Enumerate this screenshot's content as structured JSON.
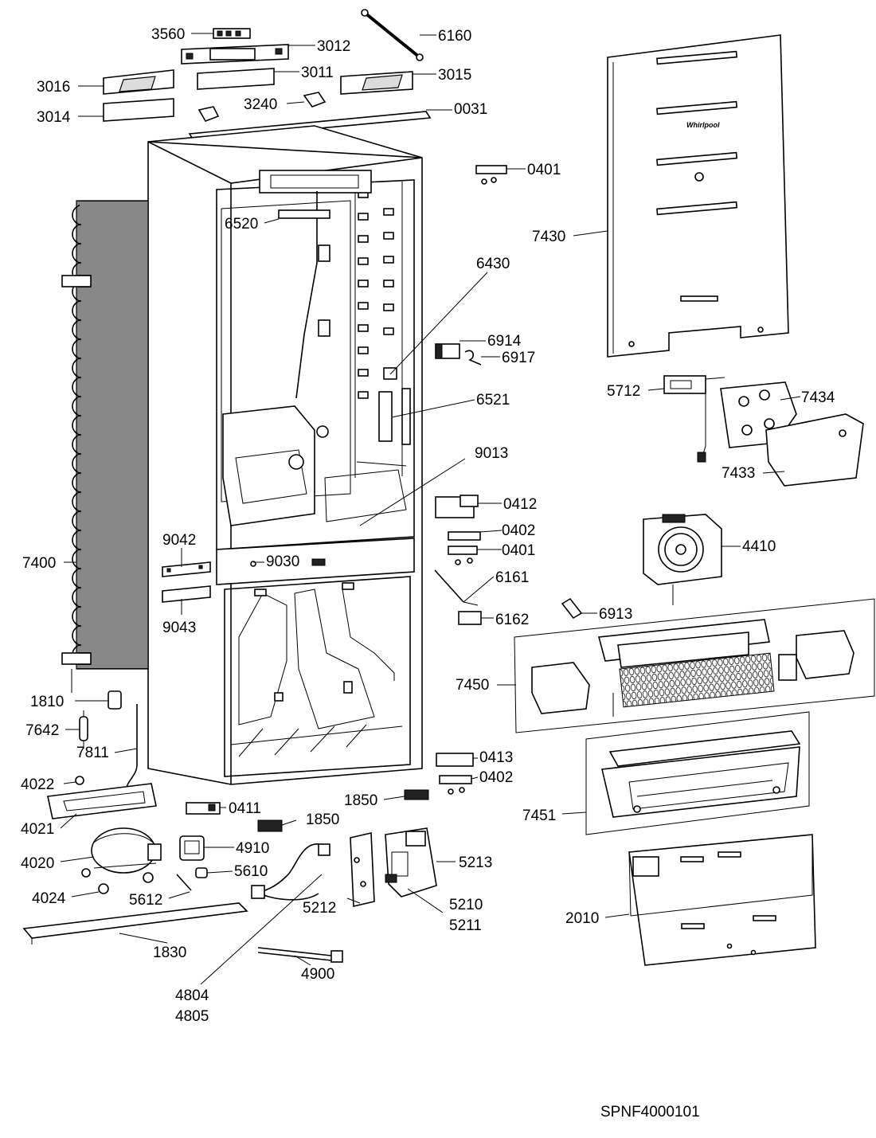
{
  "diagram": {
    "drawing_code": "SPNF4000101",
    "brand_mark": "Whirlpool",
    "labels": [
      {
        "id": "3560",
        "text": "3560"
      },
      {
        "id": "3012",
        "text": "3012"
      },
      {
        "id": "6160",
        "text": "6160"
      },
      {
        "id": "3016",
        "text": "3016"
      },
      {
        "id": "3011",
        "text": "3011"
      },
      {
        "id": "3015",
        "text": "3015"
      },
      {
        "id": "3014",
        "text": "3014"
      },
      {
        "id": "3240",
        "text": "3240"
      },
      {
        "id": "0031",
        "text": "0031"
      },
      {
        "id": "0401a",
        "text": "0401"
      },
      {
        "id": "7430",
        "text": "7430"
      },
      {
        "id": "6520",
        "text": "6520"
      },
      {
        "id": "6430",
        "text": "6430"
      },
      {
        "id": "6914",
        "text": "6914"
      },
      {
        "id": "6917",
        "text": "6917"
      },
      {
        "id": "5712",
        "text": "5712"
      },
      {
        "id": "7434",
        "text": "7434"
      },
      {
        "id": "6521",
        "text": "6521"
      },
      {
        "id": "7433",
        "text": "7433"
      },
      {
        "id": "9013",
        "text": "9013"
      },
      {
        "id": "0412",
        "text": "0412"
      },
      {
        "id": "0402a",
        "text": "0402"
      },
      {
        "id": "0401b",
        "text": "0401"
      },
      {
        "id": "4410",
        "text": "4410"
      },
      {
        "id": "9042",
        "text": "9042"
      },
      {
        "id": "7400",
        "text": "7400"
      },
      {
        "id": "9030",
        "text": "9030"
      },
      {
        "id": "6161",
        "text": "6161"
      },
      {
        "id": "6162",
        "text": "6162"
      },
      {
        "id": "6913",
        "text": "6913"
      },
      {
        "id": "9043",
        "text": "9043"
      },
      {
        "id": "7450",
        "text": "7450"
      },
      {
        "id": "1810",
        "text": "1810"
      },
      {
        "id": "7642",
        "text": "7642"
      },
      {
        "id": "7811",
        "text": "7811"
      },
      {
        "id": "0413",
        "text": "0413"
      },
      {
        "id": "4022",
        "text": "4022"
      },
      {
        "id": "0402b",
        "text": "0402"
      },
      {
        "id": "1850a",
        "text": "1850"
      },
      {
        "id": "7451",
        "text": "7451"
      },
      {
        "id": "0411",
        "text": "0411"
      },
      {
        "id": "4021",
        "text": "4021"
      },
      {
        "id": "1850b",
        "text": "1850"
      },
      {
        "id": "4910",
        "text": "4910"
      },
      {
        "id": "4020",
        "text": "4020"
      },
      {
        "id": "5213",
        "text": "5213"
      },
      {
        "id": "5610",
        "text": "5610"
      },
      {
        "id": "4024",
        "text": "4024"
      },
      {
        "id": "5612",
        "text": "5612"
      },
      {
        "id": "5212",
        "text": "5212"
      },
      {
        "id": "5210",
        "text": "5210"
      },
      {
        "id": "5211",
        "text": "5211"
      },
      {
        "id": "2010",
        "text": "2010"
      },
      {
        "id": "1830",
        "text": "1830"
      },
      {
        "id": "4900",
        "text": "4900"
      },
      {
        "id": "4804",
        "text": "4804"
      },
      {
        "id": "4805",
        "text": "4805"
      }
    ]
  }
}
